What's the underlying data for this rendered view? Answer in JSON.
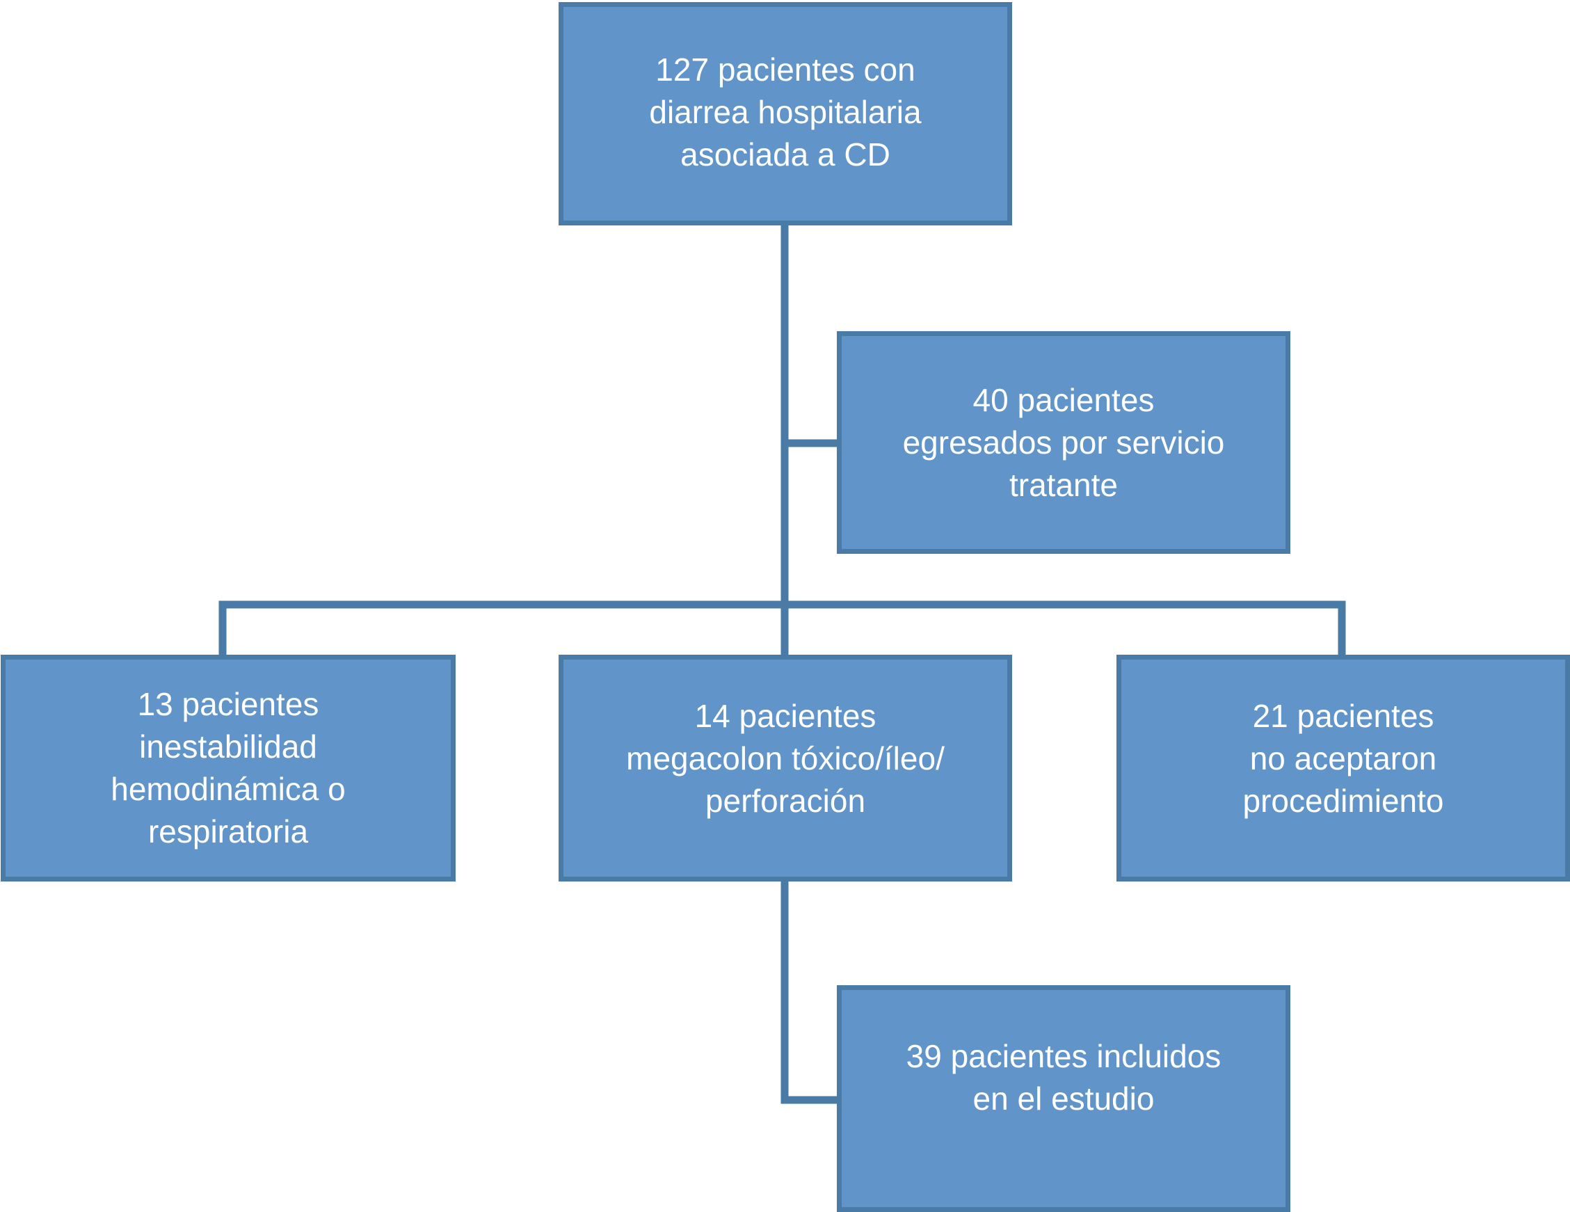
{
  "colors": {
    "box_fill": "#6195c9",
    "box_border": "#4a7aa6",
    "connector": "#4a7aa6",
    "text": "#ffffff"
  },
  "boxes": {
    "total": "127 pacientes con\ndiarrea hospitalaria\nasociada a CD",
    "egresados": "40 pacientes\negresados por servicio\ntratante",
    "inestabilidad": "13 pacientes\ninestabilidad\nhemodinámica o\nrespiratoria",
    "megacolon": "14 pacientes\nmegacolon tóxico/íleo/\nperforación",
    "no_aceptaron": "21 pacientes\nno aceptaron\nprocedimiento",
    "incluidos": "39 pacientes incluidos\nen el estudio"
  }
}
